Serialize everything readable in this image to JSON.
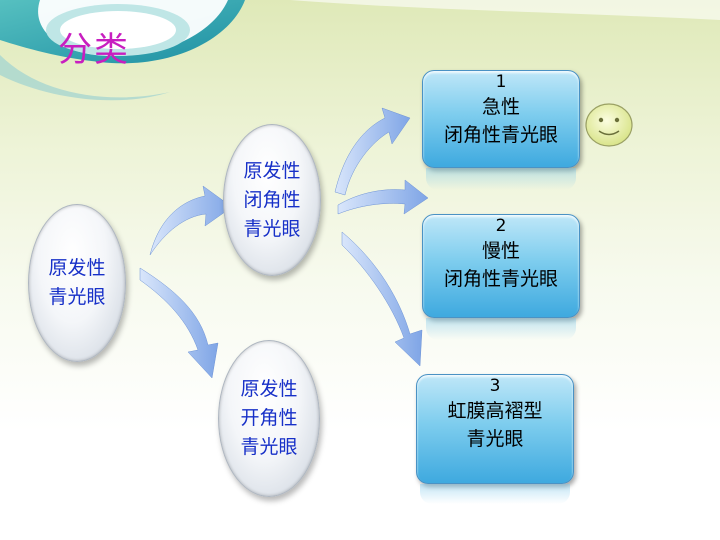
{
  "title": "分类",
  "nodes": {
    "root": [
      "原发性",
      "青光眼"
    ],
    "closed": [
      "原发性",
      "闭角性",
      "青光眼"
    ],
    "open": [
      "原发性",
      "开角性",
      "青光眼"
    ]
  },
  "categories": [
    {
      "num": "1",
      "lines": [
        "急性",
        "闭角性青光眼"
      ]
    },
    {
      "num": "2",
      "lines": [
        "慢性",
        "闭角性青光眼"
      ]
    },
    {
      "num": "3",
      "lines": [
        "虹膜高褶型",
        "青光眼"
      ]
    }
  ],
  "colors": {
    "title": "#c81ec0",
    "oval_text": "#1730c8",
    "arrow": "#8fb1ea",
    "box_top": "#bfe7f8",
    "box_bottom": "#3ea9df",
    "smiley": "#e7ef9a"
  },
  "icons": [
    "smiley-face-icon"
  ]
}
